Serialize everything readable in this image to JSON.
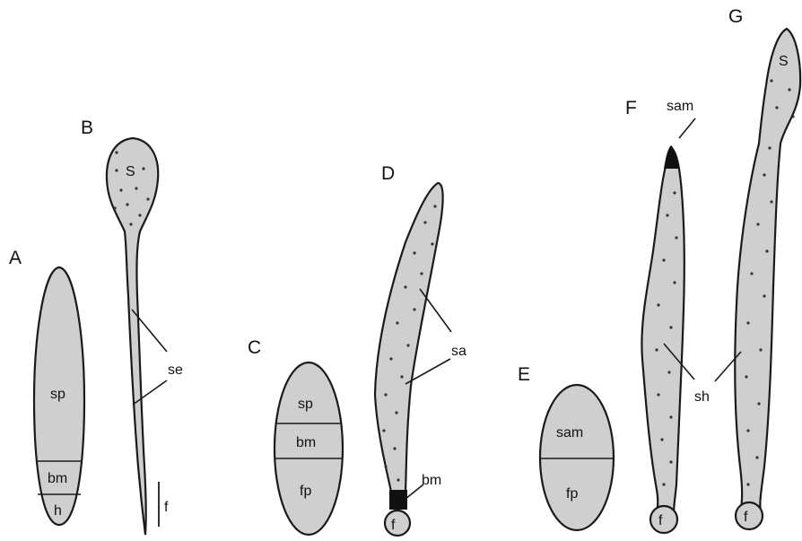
{
  "figure": {
    "panels": {
      "A": {
        "letter": "A",
        "labels": {
          "sp": "sp",
          "bm": "bm",
          "h": "h"
        }
      },
      "B": {
        "letter": "B",
        "labels": {
          "s": "S",
          "se": "se",
          "f": "f"
        }
      },
      "C": {
        "letter": "C",
        "labels": {
          "sp": "sp",
          "bm": "bm",
          "fp": "fp"
        }
      },
      "D": {
        "letter": "D",
        "labels": {
          "sa": "sa",
          "bm": "bm",
          "f": "f"
        }
      },
      "E": {
        "letter": "E",
        "labels": {
          "sam": "sam",
          "fp": "fp"
        }
      },
      "F": {
        "letter": "F",
        "labels": {
          "sam": "sam",
          "sh": "sh",
          "f": "f"
        }
      },
      "G": {
        "letter": "G",
        "labels": {
          "s": "S",
          "f": "f"
        }
      }
    },
    "colors": {
      "fill": "#cfcfcf",
      "outline": "#1a1a1a",
      "meristem": "#111111"
    }
  }
}
